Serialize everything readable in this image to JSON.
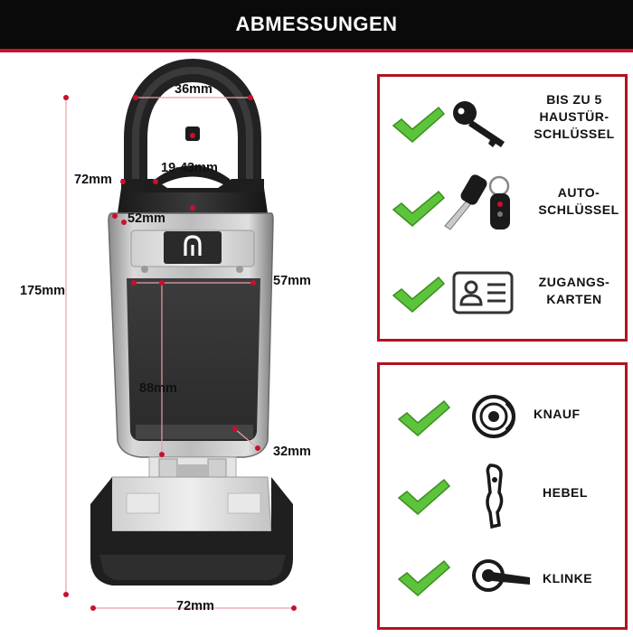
{
  "header": {
    "title": "ABMESSUNGEN"
  },
  "dimensions": {
    "shackle_width": "36mm",
    "shackle_inner": "19-43mm",
    "shackle_height": "72mm",
    "shackle_depth": "52mm",
    "total_height": "175mm",
    "inner_width": "57mm",
    "inner_height": "88mm",
    "inner_depth": "32mm",
    "base_width": "72mm"
  },
  "compatibility_top": {
    "items": [
      {
        "icon": "house-key-icon",
        "line1": "BIS ZU 5",
        "line2": "HAUSTÜR-",
        "line3": "SCHLÜSSEL"
      },
      {
        "icon": "car-key-icon",
        "line1": "AUTO-",
        "line2": "SCHLÜSSEL"
      },
      {
        "icon": "access-card-icon",
        "line1": "ZUGANGS-",
        "line2": "KARTEN"
      }
    ]
  },
  "compatibility_bottom": {
    "items": [
      {
        "icon": "door-knob-icon",
        "label": "KNAUF"
      },
      {
        "icon": "door-lever-icon",
        "label": "HEBEL"
      },
      {
        "icon": "door-handle-icon",
        "label": "KLINKE"
      }
    ]
  },
  "colors": {
    "header_bg": "#0a0a0a",
    "accent_red": "#c8102e",
    "panel_border": "#b3121f",
    "check_green": "#5cc43a"
  }
}
